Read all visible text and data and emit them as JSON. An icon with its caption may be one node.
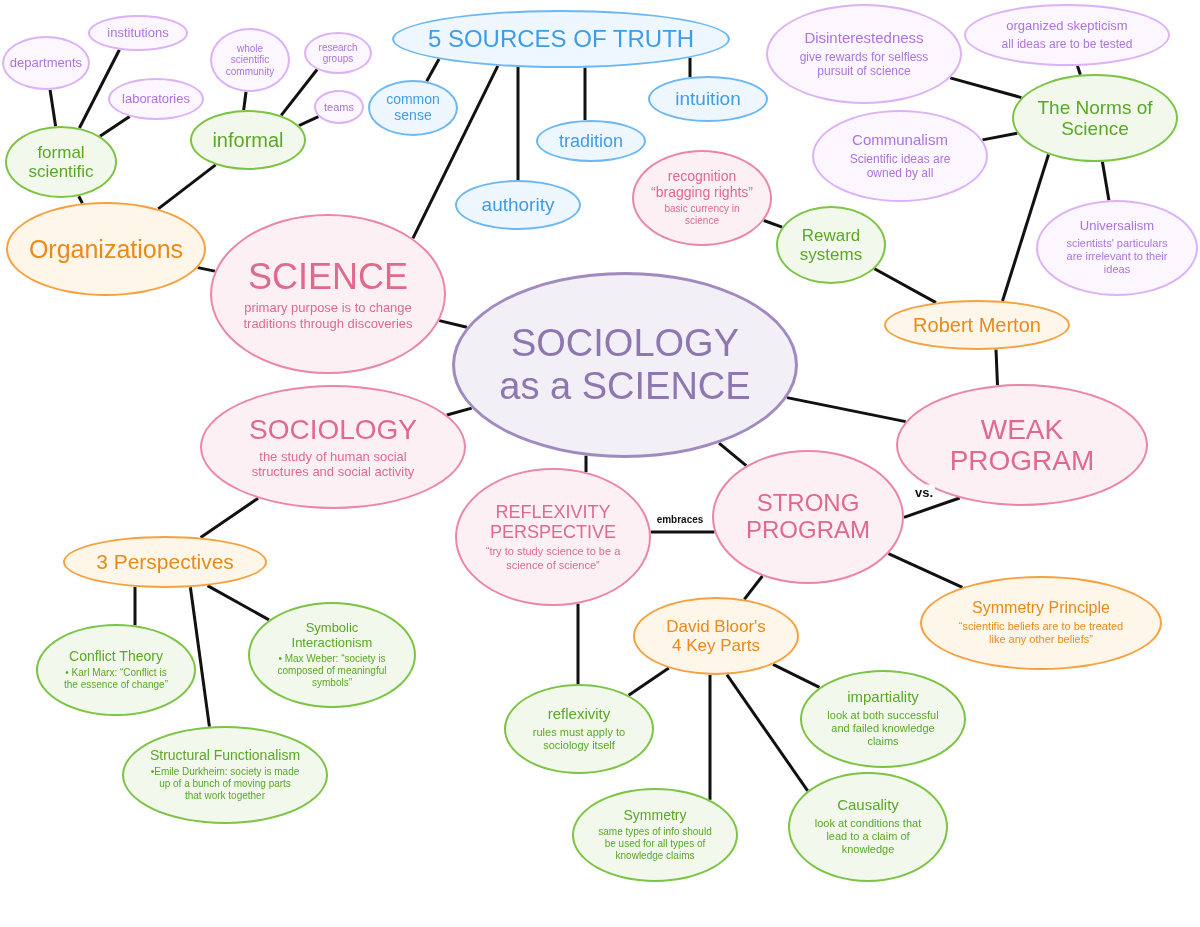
{
  "diagram": {
    "nodes": [
      {
        "text": [
          "SOCIOLOGY as a SCIENCE"
        ]
      },
      {
        "text": [
          "5 SOURCES OF TRUTH"
        ]
      },
      {
        "text": [
          "common sense"
        ]
      },
      {
        "text": [
          "authority"
        ]
      },
      {
        "text": [
          "tradition"
        ]
      },
      {
        "text": [
          "intuition"
        ]
      },
      {
        "text": [
          "SCIENCE",
          "primary purpose is to change traditions through discoveries"
        ]
      },
      {
        "text": [
          "Organizations"
        ]
      },
      {
        "text": [
          "formal scientific"
        ]
      },
      {
        "text": [
          "informal"
        ]
      },
      {
        "text": [
          "departments"
        ]
      },
      {
        "text": [
          "institutions"
        ]
      },
      {
        "text": [
          "laboratories"
        ]
      },
      {
        "text": [
          "whole scientific community"
        ]
      },
      {
        "text": [
          "research groups"
        ]
      },
      {
        "text": [
          "teams"
        ]
      },
      {
        "text": [
          "recognition “bragging rights”",
          "basic currency in science"
        ]
      },
      {
        "text": [
          "Reward systems"
        ]
      },
      {
        "text": [
          "Robert Merton"
        ]
      },
      {
        "text": [
          "The Norms of Science"
        ]
      },
      {
        "text": [
          "Disinterestedness",
          "give rewards for selfless pursuit of science"
        ]
      },
      {
        "text": [
          "organized skepticism",
          "all ideas are to be tested"
        ]
      },
      {
        "text": [
          "Communalism",
          "Scientific ideas are owned by all"
        ]
      },
      {
        "text": [
          "Universalism",
          "scientists' particulars are irrelevant to their ideas"
        ]
      },
      {
        "text": [
          "WEAK PROGRAM"
        ]
      },
      {
        "text": [
          "SOCIOLOGY",
          "the study of human social structures and social activity"
        ]
      },
      {
        "text": [
          "3 Perspectives"
        ]
      },
      {
        "text": [
          "Conflict Theory",
          "• Karl Marx: “Conflict is the essence of change”"
        ]
      },
      {
        "text": [
          "Symbolic Interactionism",
          "• Max Weber: “society is composed of meaningful symbols”"
        ]
      },
      {
        "text": [
          "Structural Functionalism",
          "•Emile Durkheim: society is made up of a bunch of moving parts that work together"
        ]
      },
      {
        "text": [
          "REFLEXIVITY PERSPECTIVE",
          "“try to study science to be a science of science”"
        ]
      },
      {
        "text": [
          "STRONG PROGRAM"
        ]
      },
      {
        "text": [
          "Symmetry Principle",
          "“scientific beliefs are to be treated like any other beliefs”"
        ]
      },
      {
        "text": [
          "David Bloor's 4 Key Parts"
        ]
      },
      {
        "text": [
          "reflexivity",
          "rules must apply to sociology itself"
        ]
      },
      {
        "text": [
          "impartiality",
          "look at both successful and failed knowledge claims"
        ]
      },
      {
        "text": [
          "Symmetry",
          "same types of info should be used for all types of knowledge claims"
        ]
      },
      {
        "text": [
          "Causality",
          "look at conditions that lead to a claim of knowledge"
        ]
      }
    ],
    "edges": [
      {
        "from": 1,
        "to": 2,
        "arrow": "none"
      },
      {
        "from": 1,
        "to": 6,
        "arrow": "none"
      },
      {
        "from": 1,
        "to": 3,
        "arrow": "none"
      },
      {
        "from": 1,
        "to": 4,
        "arrow": "none"
      },
      {
        "from": 1,
        "to": 5,
        "arrow": "none"
      },
      {
        "from": 6,
        "to": 0,
        "arrow": "none"
      },
      {
        "from": 7,
        "to": 6,
        "arrow": "none"
      },
      {
        "from": 7,
        "to": 8,
        "arrow": "none"
      },
      {
        "from": 7,
        "to": 9,
        "arrow": "none"
      },
      {
        "from": 8,
        "to": 10,
        "arrow": "none"
      },
      {
        "from": 8,
        "to": 11,
        "arrow": "none"
      },
      {
        "from": 8,
        "to": 12,
        "arrow": "none"
      },
      {
        "from": 9,
        "to": 13,
        "arrow": "none"
      },
      {
        "from": 9,
        "to": 14,
        "arrow": "none"
      },
      {
        "from": 9,
        "to": 15,
        "arrow": "none"
      },
      {
        "from": 16,
        "to": 17,
        "arrow": "none"
      },
      {
        "from": 17,
        "to": 18,
        "arrow": "none"
      },
      {
        "from": 18,
        "to": 19,
        "arrow": "none"
      },
      {
        "from": 19,
        "to": 20,
        "arrow": "none"
      },
      {
        "from": 19,
        "to": 21,
        "arrow": "none"
      },
      {
        "from": 19,
        "to": 22,
        "arrow": "none"
      },
      {
        "from": 19,
        "to": 23,
        "arrow": "none"
      },
      {
        "from": 18,
        "to": 24,
        "arrow": "none"
      },
      {
        "from": 0,
        "to": 24,
        "arrow": "none"
      },
      {
        "from": 0,
        "to": 25,
        "arrow": "none"
      },
      {
        "from": 0,
        "to": 30,
        "arrow": "none"
      },
      {
        "from": 0,
        "to": 31,
        "arrow": "none"
      },
      {
        "from": 30,
        "to": 31,
        "label": "embraces",
        "arrow": "none"
      },
      {
        "from": 31,
        "to": 24,
        "label": "vs.",
        "arrow": "none"
      },
      {
        "from": 25,
        "to": 26,
        "arrow": "none"
      },
      {
        "from": 26,
        "to": 27,
        "arrow": "none"
      },
      {
        "from": 26,
        "to": 28,
        "arrow": "none"
      },
      {
        "from": 26,
        "to": 29,
        "arrow": "none"
      },
      {
        "from": 30,
        "to": 34,
        "arrow": "none"
      },
      {
        "from": 31,
        "to": 33,
        "arrow": "none"
      },
      {
        "from": 31,
        "to": 32,
        "arrow": "none"
      },
      {
        "from": 33,
        "to": 34,
        "arrow": "none"
      },
      {
        "from": 33,
        "to": 35,
        "arrow": "none"
      },
      {
        "from": 33,
        "to": 36,
        "arrow": "none"
      },
      {
        "from": 33,
        "to": 37,
        "arrow": "none"
      }
    ]
  }
}
